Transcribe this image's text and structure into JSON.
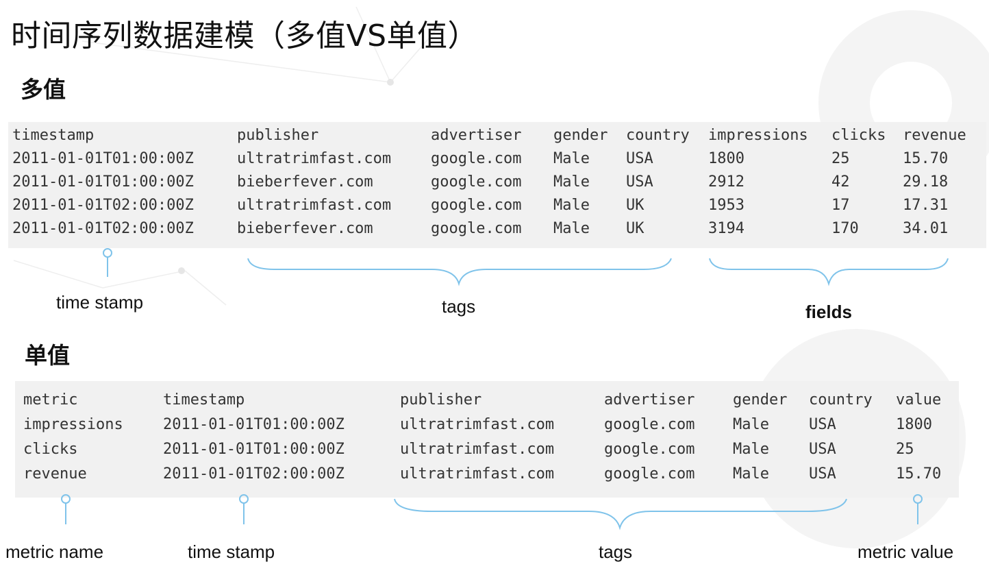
{
  "title": "时间序列数据建模（多值VS单值）",
  "multi": {
    "label": "多值",
    "headers": [
      "timestamp",
      "publisher",
      "advertiser",
      "gender",
      "country",
      "impressions",
      "clicks",
      "revenue"
    ],
    "rows": [
      [
        "2011-01-01T01:00:00Z",
        "ultratrimfast.com",
        "google.com",
        "Male",
        "USA",
        "1800",
        "25",
        "15.70"
      ],
      [
        "2011-01-01T01:00:00Z",
        "bieberfever.com",
        "google.com",
        "Male",
        "USA",
        "2912",
        "42",
        "29.18"
      ],
      [
        "2011-01-01T02:00:00Z",
        "ultratrimfast.com",
        "google.com",
        "Male",
        "UK",
        "1953",
        "17",
        "17.31"
      ],
      [
        "2011-01-01T02:00:00Z",
        "bieberfever.com",
        "google.com",
        "Male",
        "UK",
        "3194",
        "170",
        "34.01"
      ]
    ],
    "annotations": {
      "timestamp": "time stamp",
      "tags": "tags",
      "fields": "fields"
    }
  },
  "single": {
    "label": "单值",
    "headers": [
      "metric",
      "timestamp",
      "publisher",
      "advertiser",
      "gender",
      "country",
      "value"
    ],
    "rows": [
      [
        "impressions",
        "2011-01-01T01:00:00Z",
        "ultratrimfast.com",
        "google.com",
        "Male",
        "USA",
        "1800"
      ],
      [
        "clicks",
        "2011-01-01T01:00:00Z",
        "ultratrimfast.com",
        "google.com",
        "Male",
        "USA",
        "25"
      ],
      [
        "revenue",
        "2011-01-01T02:00:00Z",
        "ultratrimfast.com",
        "google.com",
        "Male",
        "USA",
        "15.70"
      ]
    ],
    "annotations": {
      "metric": "metric name",
      "timestamp": "time stamp",
      "tags": "tags",
      "value": "metric value"
    }
  },
  "colors": {
    "accent": "#7fc3ea",
    "panel": "#f1f1f1"
  }
}
